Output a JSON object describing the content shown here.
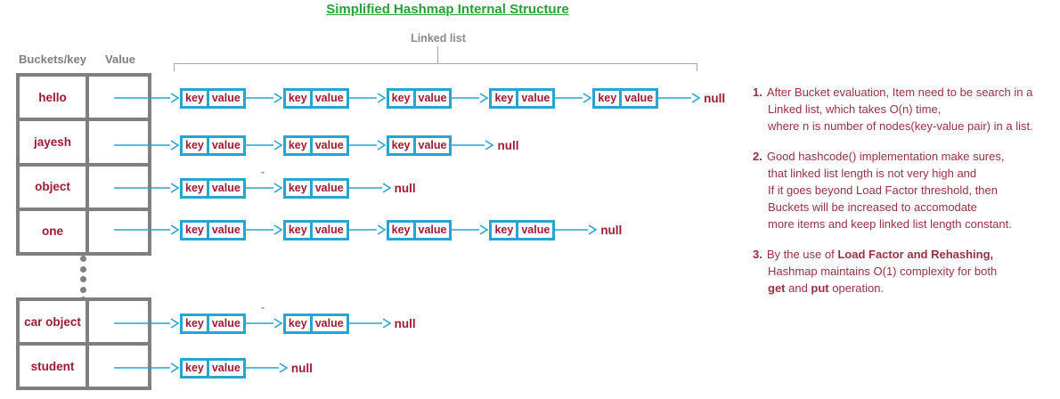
{
  "title": "Simplified Hashmap Internal Structure",
  "diagram": {
    "linked_list_label": "Linked list",
    "table": {
      "headers": [
        "Buckets/key",
        "Value"
      ]
    },
    "node": {
      "key_label": "key",
      "value_label": "value"
    },
    "null_label": "null",
    "dash_mark": "-",
    "rows": [
      {
        "bucket": "hello",
        "nodes": 5
      },
      {
        "bucket": "jayesh",
        "nodes": 3
      },
      {
        "bucket": "object",
        "nodes": 2,
        "dash": true
      },
      {
        "bucket": "one",
        "nodes": 4
      },
      {
        "bucket": "car object",
        "nodes": 2,
        "dash": true
      },
      {
        "bucket": "student",
        "nodes": 1
      }
    ],
    "top_section_row_count": 4,
    "ellipsis_dot_count": 5
  },
  "notes": [
    {
      "number": "1.",
      "lines": [
        [
          {
            "t": "After Bucket evaluation, Item need to be search in a"
          }
        ],
        [
          {
            "t": "Linked list, which takes O(n) time,"
          }
        ],
        [
          {
            "t": "where n is number of nodes(key-value pair) in a list."
          }
        ]
      ]
    },
    {
      "number": "2.",
      "lines": [
        [
          {
            "t": "Good hashcode() implementation make sures,"
          }
        ],
        [
          {
            "t": "that linked list length is not very high and"
          }
        ],
        [
          {
            "t": "If it goes beyond Load Factor threshold, then"
          }
        ],
        [
          {
            "t": "Buckets will be increased to accomodate"
          }
        ],
        [
          {
            "t": "more items and keep linked list length constant."
          }
        ]
      ]
    },
    {
      "number": "3.",
      "lines": [
        [
          {
            "t": "By the use of "
          },
          {
            "t": "Load Factor and Rehashing,",
            "b": true
          }
        ],
        [
          {
            "t": "Hashmap maintains O(1) complexity for both"
          }
        ],
        [
          {
            "t": "get",
            "b": true
          },
          {
            "t": " and "
          },
          {
            "t": "put",
            "b": true
          },
          {
            "t": " operation."
          }
        ]
      ]
    }
  ],
  "colors": {
    "title_green": "#26a135",
    "accent_cyan": "#25a5d2",
    "dark_red": "#9e1b32",
    "note_red": "#9c2f3f",
    "table_gray": "#7f7f7f",
    "bracket_gray": "#a6a6a6"
  }
}
